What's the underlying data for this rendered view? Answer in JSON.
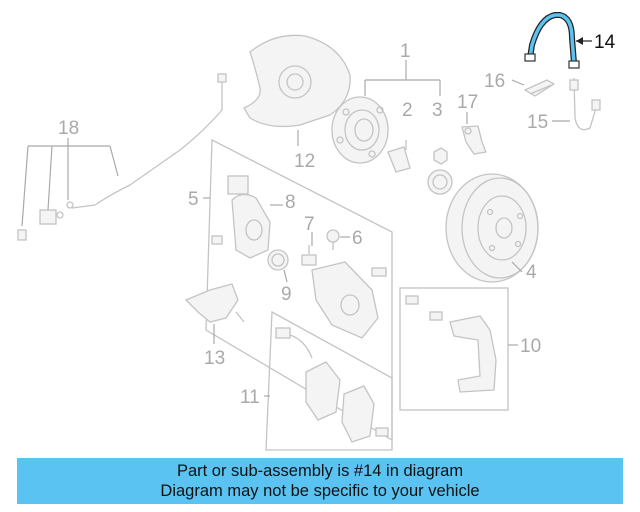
{
  "diagram": {
    "highlight_color": "#5bc3f1",
    "line_color": "#c4c4c4",
    "label_color": "#a9a9a9",
    "callouts": {
      "c1": "1",
      "c2": "2",
      "c3": "3",
      "c4": "4",
      "c5": "5",
      "c6": "6",
      "c7": "7",
      "c8": "8",
      "c9": "9",
      "c10": "10",
      "c11": "11",
      "c12": "12",
      "c13": "13",
      "c14": "14",
      "c15": "15",
      "c16": "16",
      "c17": "17",
      "c18": "18"
    },
    "highlighted_part": "14",
    "highlighted_icon": "brake-hose-icon"
  },
  "banner": {
    "line1": "Part or sub-assembly is #14 in diagram",
    "line2": "Diagram may not be specific to your vehicle"
  }
}
